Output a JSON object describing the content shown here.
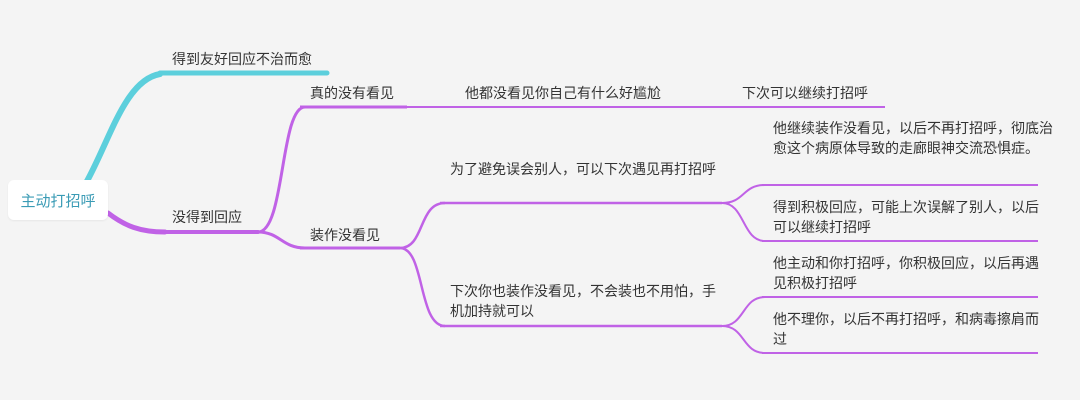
{
  "colors": {
    "cyan": "#5ccfdc",
    "purple": "#c062e6",
    "root_text": "#3a9bb5",
    "text": "#333333",
    "background": "#f4f4f4"
  },
  "root": {
    "label": "主动打招呼"
  },
  "branches": {
    "friendly": {
      "label": "得到友好回应不治而愈"
    },
    "no_reply": {
      "label": "没得到回应"
    }
  },
  "no_reply_children": {
    "didnt_see": {
      "label": "真的没有看见",
      "detail": "他都没看见你自己有什么好尴尬",
      "next": "下次可以继续打招呼"
    },
    "pretend": {
      "label": "装作没看见",
      "option_a": {
        "label": "为了避免误会别人，可以下次遇见再打招呼",
        "outcome_1": "他继续装作没看见，以后不再打招呼，彻底治愈这个病原体导致的走廊眼神交流恐惧症。",
        "outcome_2": "得到积极回应，可能上次误解了别人，以后可以继续打招呼"
      },
      "option_b": {
        "label": "下次你也装作没看见，不会装也不用怕，手机加持就可以",
        "outcome_1": "他主动和你打招呼，你积极回应，以后再遇见积极打招呼",
        "outcome_2": "他不理你，以后不再打招呼，和病毒擦肩而过"
      }
    }
  }
}
